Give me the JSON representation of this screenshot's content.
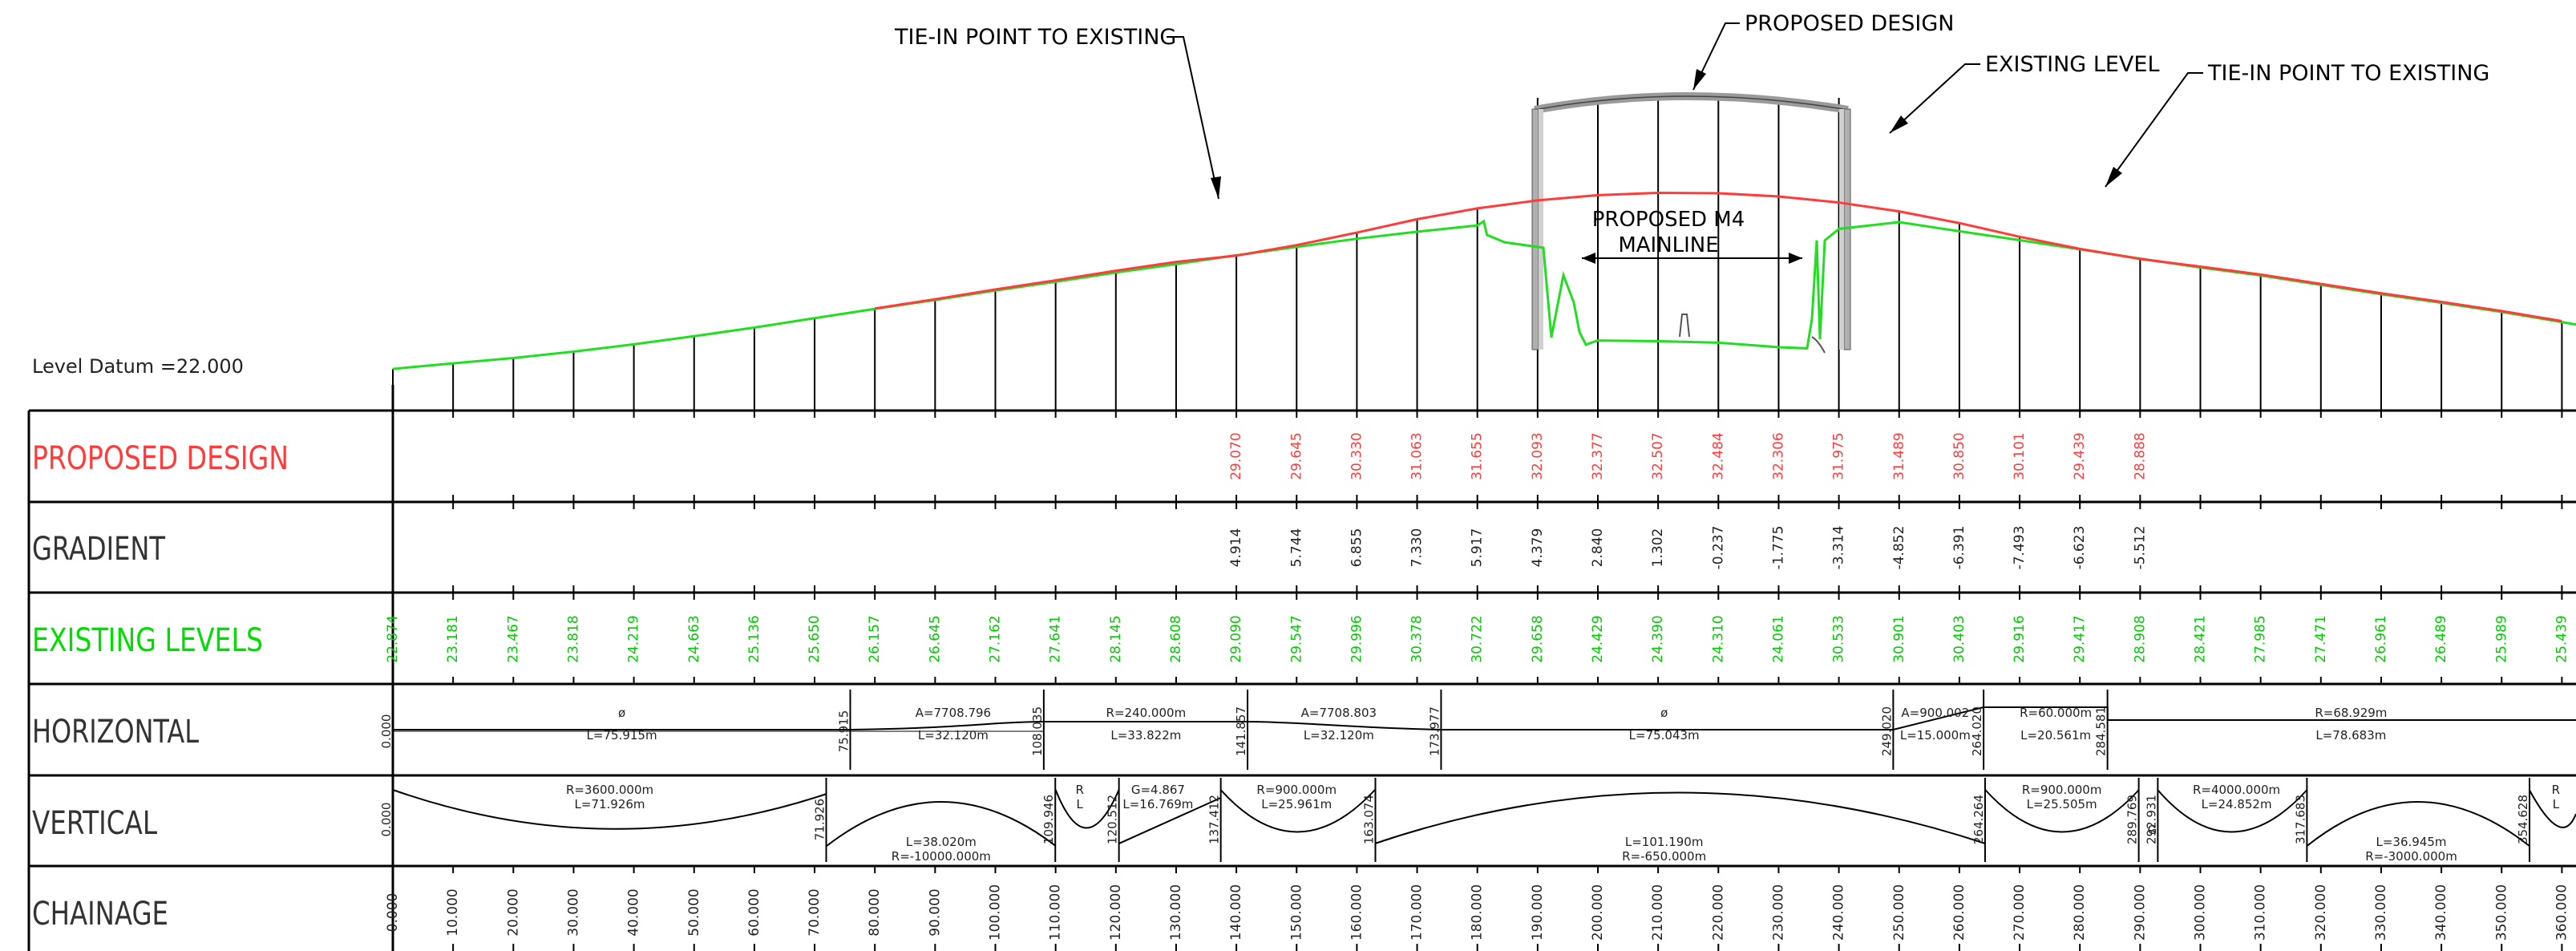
{
  "datum_label": "Level Datum =22.000",
  "callouts": {
    "tie_in_left": "TIE-IN POINT TO EXISTING",
    "proposed_design": "PROPOSED DESIGN",
    "existing_level": "EXISTING LEVEL",
    "tie_in_right": "TIE-IN POINT TO EXISTING",
    "mainline_line1": "PROPOSED M4",
    "mainline_line2": "MAINLINE"
  },
  "rows": [
    {
      "label": "PROPOSED DESIGN",
      "color": "#ff3b3b"
    },
    {
      "label": "GRADIENT",
      "color": "#333333"
    },
    {
      "label": "EXISTING LEVELS",
      "color": "#00dd00"
    },
    {
      "label": "HORIZONTAL",
      "color": "#333333"
    },
    {
      "label": "VERTICAL",
      "color": "#333333"
    },
    {
      "label": "CHAINAGE",
      "color": "#333333"
    }
  ],
  "colors": {
    "proposed": "#ff3b3b",
    "existing": "#22dd22",
    "linework": "#000000",
    "structure": "#a0a0a0"
  },
  "chainage": [
    "0.000",
    "10.000",
    "20.000",
    "30.000",
    "40.000",
    "50.000",
    "60.000",
    "70.000",
    "80.000",
    "90.000",
    "100.000",
    "110.000",
    "120.000",
    "130.000",
    "140.000",
    "150.000",
    "160.000",
    "170.000",
    "180.000",
    "190.000",
    "200.000",
    "210.000",
    "220.000",
    "230.000",
    "240.000",
    "250.000",
    "260.000",
    "270.000",
    "280.000",
    "290.000",
    "300.000",
    "310.000",
    "320.000",
    "330.000",
    "340.000",
    "350.000",
    "360.000"
  ],
  "existing_levels": [
    "22.874",
    "23.181",
    "23.467",
    "23.818",
    "24.219",
    "24.663",
    "25.136",
    "25.650",
    "26.157",
    "26.645",
    "27.162",
    "27.641",
    "28.145",
    "28.608",
    "29.090",
    "29.547",
    "29.996",
    "30.378",
    "30.722",
    "29.658",
    "24.429",
    "24.390",
    "24.310",
    "24.061",
    "30.533",
    "30.901",
    "30.403",
    "29.916",
    "29.417",
    "28.908",
    "28.421",
    "27.985",
    "27.471",
    "26.961",
    "26.489",
    "25.989",
    "25.439"
  ],
  "proposed_levels": [
    {
      "station": 14,
      "value": "29.070"
    },
    {
      "station": 15,
      "value": "29.645"
    },
    {
      "station": 16,
      "value": "30.330"
    },
    {
      "station": 17,
      "value": "31.063"
    },
    {
      "station": 18,
      "value": "31.655"
    },
    {
      "station": 19,
      "value": "32.093"
    },
    {
      "station": 20,
      "value": "32.377"
    },
    {
      "station": 21,
      "value": "32.507"
    },
    {
      "station": 22,
      "value": "32.484"
    },
    {
      "station": 23,
      "value": "32.306"
    },
    {
      "station": 24,
      "value": "31.975"
    },
    {
      "station": 25,
      "value": "31.489"
    },
    {
      "station": 26,
      "value": "30.850"
    },
    {
      "station": 27,
      "value": "30.101"
    },
    {
      "station": 28,
      "value": "29.439"
    },
    {
      "station": 29,
      "value": "28.888"
    }
  ],
  "gradients": [
    {
      "station": 14,
      "value": "4.914"
    },
    {
      "station": 15,
      "value": "5.744"
    },
    {
      "station": 16,
      "value": "6.855"
    },
    {
      "station": 17,
      "value": "7.330"
    },
    {
      "station": 18,
      "value": "5.917"
    },
    {
      "station": 19,
      "value": "4.379"
    },
    {
      "station": 20,
      "value": "2.840"
    },
    {
      "station": 21,
      "value": "1.302"
    },
    {
      "station": 22,
      "value": "-0.237"
    },
    {
      "station": 23,
      "value": "-1.775"
    },
    {
      "station": 24,
      "value": "-3.314"
    },
    {
      "station": 25,
      "value": "-4.852"
    },
    {
      "station": 26,
      "value": "-6.391"
    },
    {
      "station": 27,
      "value": "-7.493"
    },
    {
      "station": 28,
      "value": "-6.623"
    },
    {
      "station": 29,
      "value": "-5.512"
    }
  ],
  "horizontal_elements": {
    "labels": [
      {
        "text": "ø",
        "ch": 38
      },
      {
        "text": "L=75.915m",
        "ch": 38
      },
      {
        "text": "A=7708.796",
        "ch": 93
      },
      {
        "text": "L=32.120m",
        "ch": 93
      },
      {
        "text": "R=240.000m",
        "ch": 125
      },
      {
        "text": "L=33.822m",
        "ch": 125
      },
      {
        "text": "A=7708.803",
        "ch": 157
      },
      {
        "text": "L=32.120m",
        "ch": 157
      },
      {
        "text": "ø",
        "ch": 211
      },
      {
        "text": "L=75.043m",
        "ch": 211
      },
      {
        "text": "A=900.002",
        "ch": 256
      },
      {
        "text": "L=15.000m",
        "ch": 256
      },
      {
        "text": "R=60.000m",
        "ch": 276
      },
      {
        "text": "L=20.561m",
        "ch": 276
      },
      {
        "text": "R=68.929m",
        "ch": 325
      },
      {
        "text": "L=78.683m",
        "ch": 325
      }
    ],
    "markers": [
      "0.000",
      "75.915",
      "108.035",
      "141.857",
      "173.977",
      "249.020",
      "264.020",
      "284.581"
    ]
  },
  "vertical_elements": {
    "labels": [
      {
        "text": "R=3600.000m",
        "ch": 36
      },
      {
        "text": "L=71.926m",
        "ch": 36
      },
      {
        "text": "L=38.020m",
        "ch": 91
      },
      {
        "text": "R=-10000.000m",
        "ch": 91
      },
      {
        "text": "R",
        "ch": 114
      },
      {
        "text": "L",
        "ch": 114
      },
      {
        "text": "G=4.867",
        "ch": 127
      },
      {
        "text": "L=16.769m",
        "ch": 127
      },
      {
        "text": "R=900.000m",
        "ch": 150
      },
      {
        "text": "L=25.961m",
        "ch": 150
      },
      {
        "text": "L=101.190m",
        "ch": 211
      },
      {
        "text": "R=-650.000m",
        "ch": 211
      },
      {
        "text": "R=900.000m",
        "ch": 277
      },
      {
        "text": "L=25.505m",
        "ch": 277
      },
      {
        "text": "G",
        "ch": 292
      },
      {
        "text": "R=4000.000m",
        "ch": 306
      },
      {
        "text": "L=24.852m",
        "ch": 306
      },
      {
        "text": "L=36.945m",
        "ch": 335
      },
      {
        "text": "R=-3000.000m",
        "ch": 335
      },
      {
        "text": "R",
        "ch": 359
      },
      {
        "text": "L",
        "ch": 359
      }
    ],
    "markers": [
      "0.000",
      "71.926",
      "109.946",
      "120.512",
      "137.412",
      "163.074",
      "264.264",
      "289.769",
      "292.931",
      "317.683",
      "354.628"
    ]
  }
}
